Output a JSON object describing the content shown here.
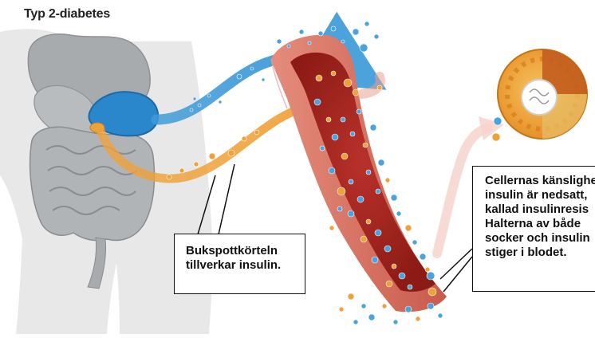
{
  "diagram": {
    "title": "Typ 2-diabetes",
    "callout_pancreas": {
      "lines": [
        "Bukspottkörteln",
        "tillverkar insulin."
      ]
    },
    "callout_cells": {
      "lines": [
        "Cellernas känslighet",
        "insulin är nedsatt,",
        "kallad insulinresis",
        "Halterna av både",
        "socker och insulin",
        "stiger i blodet."
      ]
    },
    "colors": {
      "glucose": "#4aa3dc",
      "insulin": "#f0a23a",
      "pancreas": "#2b87cc",
      "vessel_wall": "#cf6b5d",
      "blood": "#a8231c",
      "silhouette": "#e6e6e6",
      "organs": "#a9acaf",
      "cell": "#f2a33a"
    },
    "icons": [
      "human-silhouette",
      "digestive-organs",
      "pancreas",
      "blood-vessel",
      "glucose-dot",
      "insulin-dot",
      "body-cell"
    ]
  }
}
